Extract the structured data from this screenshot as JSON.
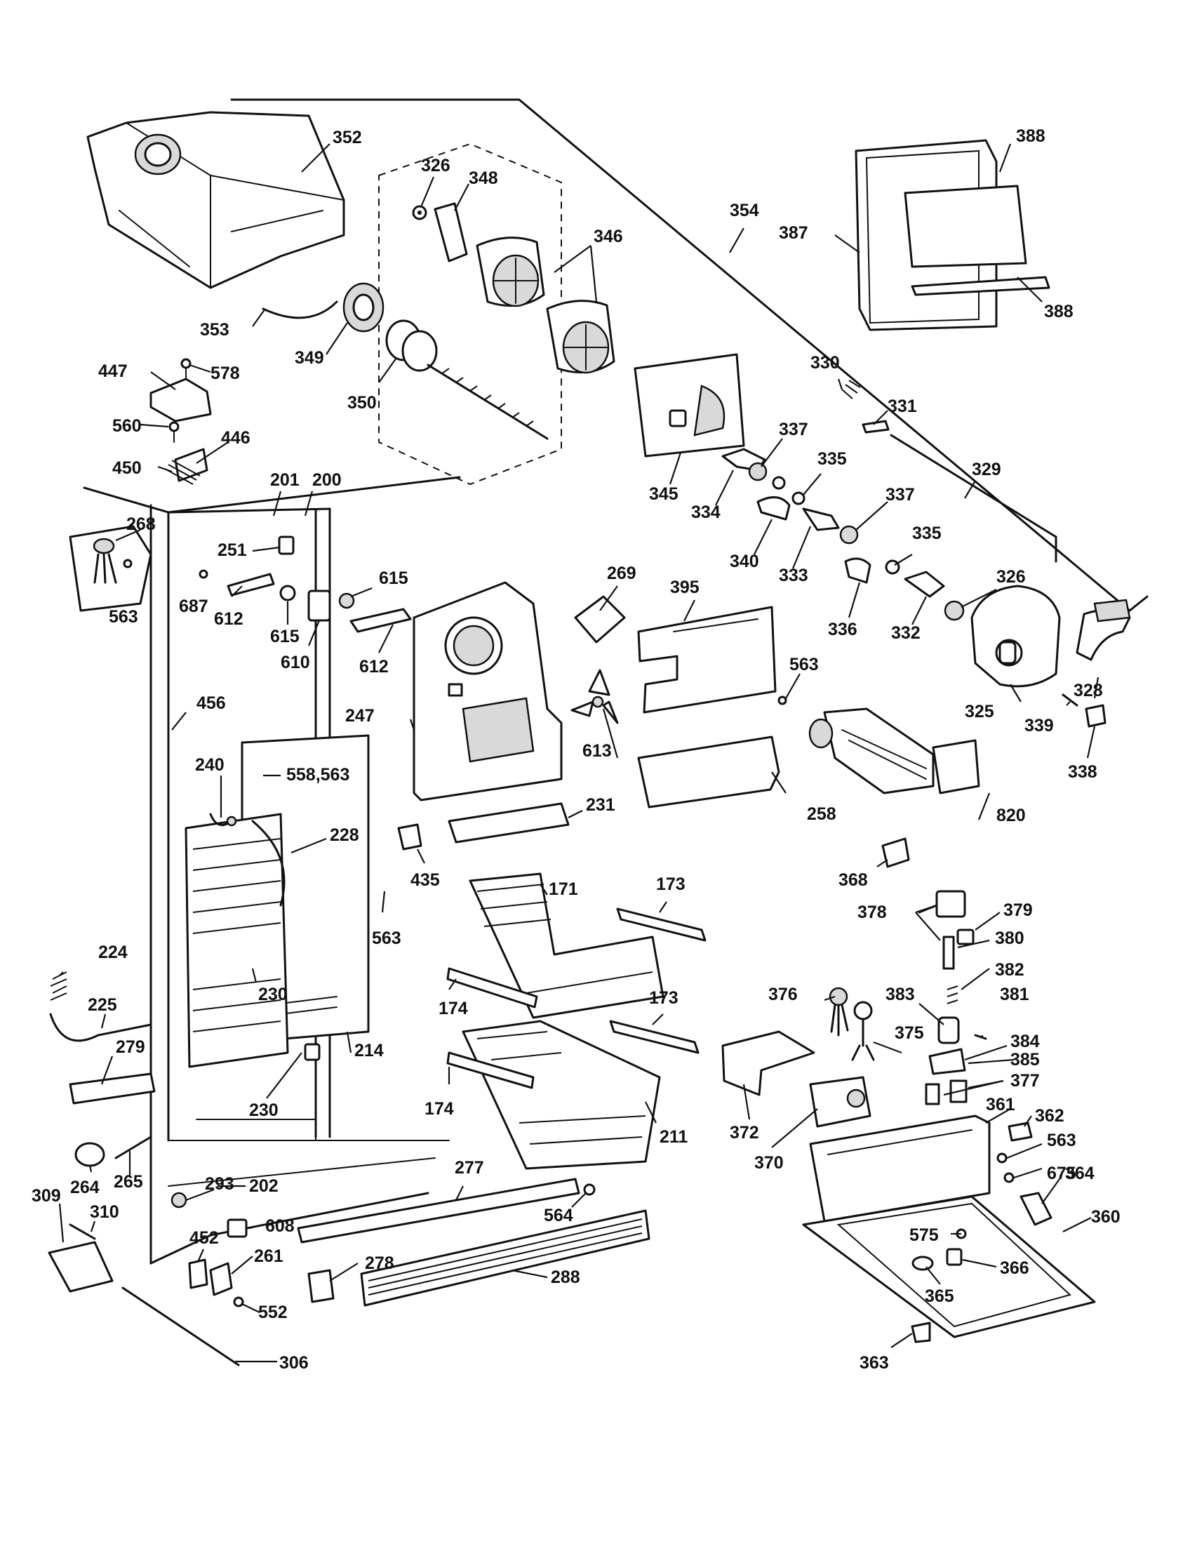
{
  "callouts": {
    "c352": "352",
    "c326a": "326",
    "c348": "348",
    "c346": "346",
    "c354": "354",
    "c388a": "388",
    "c387": "387",
    "c388b": "388",
    "c353": "353",
    "c349": "349",
    "c350": "350",
    "c447": "447",
    "c578": "578",
    "c560": "560",
    "c446": "446",
    "c450": "450",
    "c345": "345",
    "c330": "330",
    "c331": "331",
    "c337a": "337",
    "c334": "334",
    "c335a": "335",
    "c329": "329",
    "c340": "340",
    "c333": "333",
    "c337b": "337",
    "c335b": "335",
    "c336": "336",
    "c332": "332",
    "c326b": "326",
    "c201": "201",
    "c200": "200",
    "c268": "268",
    "c251": "251",
    "c687": "687",
    "c612a": "612",
    "c615a": "615",
    "c615b": "615",
    "c563a": "563",
    "c610": "610",
    "c612b": "612",
    "c269": "269",
    "c395": "395",
    "c563b": "563",
    "c325": "325",
    "c328": "328",
    "c339": "339",
    "c338": "338",
    "c456": "456",
    "c247": "247",
    "c613": "613",
    "c240": "240",
    "c558": "558,563",
    "c228": "228",
    "c231": "231",
    "c258": "258",
    "c820": "820",
    "c435": "435",
    "c563c": "563",
    "c171": "171",
    "c173a": "173",
    "c368": "368",
    "c378": "378",
    "c379": "379",
    "c380": "380",
    "c224": "224",
    "c382": "382",
    "c225": "225",
    "c230a": "230",
    "c174a": "174",
    "c173b": "173",
    "c376": "376",
    "c383": "383",
    "c381": "381",
    "c375": "375",
    "c279": "279",
    "c214": "214",
    "c384": "384",
    "c385": "385",
    "c377": "377",
    "c230b": "230",
    "c174b": "174",
    "c211": "211",
    "c372": "372",
    "c361": "361",
    "c362": "362",
    "c563d": "563",
    "c370": "370",
    "c264": "264",
    "c265": "265",
    "c202": "202",
    "c277": "277",
    "c675": "675",
    "c364": "364",
    "c309": "309",
    "c293": "293",
    "c310": "310",
    "c564": "564",
    "c360": "360",
    "c608": "608",
    "c575": "575",
    "c366": "366",
    "c452": "452",
    "c261": "261",
    "c278": "278",
    "c288": "288",
    "c365": "365",
    "c552": "552",
    "c306": "306",
    "c363": "363"
  }
}
